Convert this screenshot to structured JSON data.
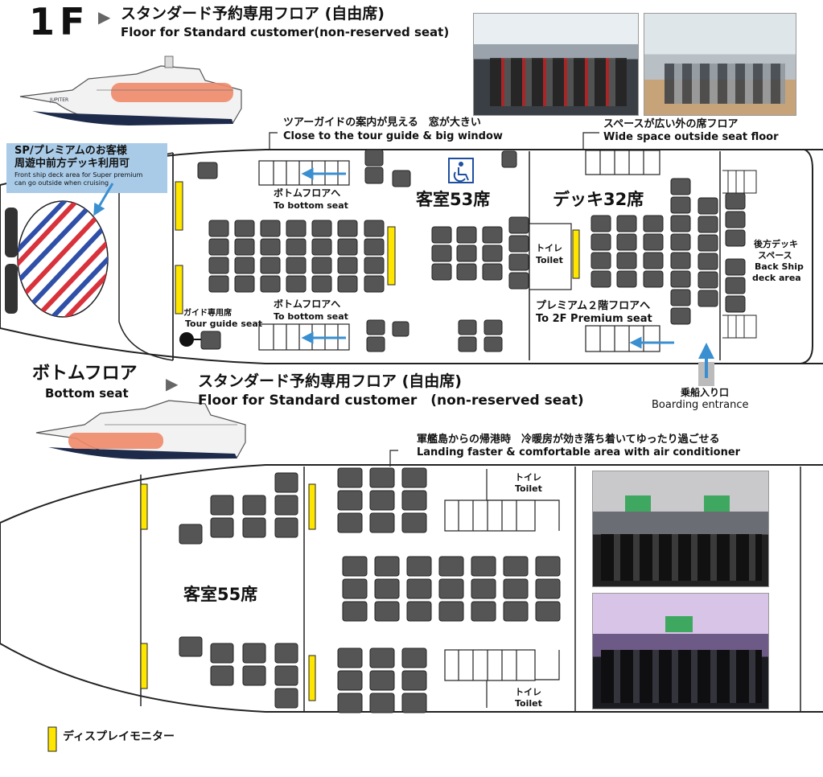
{
  "floor1": {
    "badge": "1F",
    "title_jp": "スタンダード予約専用フロア (自由席)",
    "title_en": "Floor for Standard customer(non-reserved seat)",
    "ship_name": "JUPITER",
    "premium_note": {
      "jp_line1": "SP/プレミアムのお客様",
      "jp_line2": "周遊中前方デッキ利用可",
      "en_line1": "Front ship deck area for Super premium",
      "en_line2": "can go outside when  cruising"
    },
    "tour_guide_callout": {
      "jp": "ツアーガイドの案内が見える　窓が大きい",
      "en": "Close to the tour guide & big window"
    },
    "outside_callout": {
      "jp": "スペースが広い外の席フロア",
      "en": "Wide space outside seat floor"
    },
    "to_bottom_1": {
      "jp": "ボトムフロアへ",
      "en": "To bottom seat"
    },
    "to_bottom_2": {
      "jp": "ボトムフロアへ",
      "en": "To bottom seat"
    },
    "cabin_label": "客室53席",
    "deck_label": "デッキ32席",
    "toilet": {
      "jp": "トイレ",
      "en": "Toilet"
    },
    "premium_2f": {
      "jp": "プレミアム２階フロアへ",
      "en": "To 2F Premium seat"
    },
    "guide_seat": {
      "jp": "ガイド専用席",
      "en": "Tour guide seat"
    },
    "back_deck": {
      "jp1": "後方デッキ",
      "jp2": "スペース",
      "en1": "Back Ship",
      "en2": "deck area"
    },
    "boarding": {
      "jp": "乗船入り口",
      "en": "Boarding entrance"
    }
  },
  "bottom": {
    "title_jp": "ボトムフロア",
    "title_en": "Bottom seat",
    "floor_jp": "スタンダード予約専用フロア (自由席)",
    "floor_en": "Floor for Standard customer　(non-reserved seat)",
    "callout": {
      "jp": "軍艦島からの帰港時　冷暖房が効き落ち着いてゆったり過ごせる",
      "en": "Landing faster & comfortable area with air conditioner"
    },
    "cabin_label": "客室55席",
    "toilet_top": {
      "jp": "トイレ",
      "en": "Toilet"
    },
    "toilet_bottom": {
      "jp": "トイレ",
      "en": "Toilet"
    }
  },
  "legend": {
    "display_monitor": "ディスプレイモニター"
  },
  "colors": {
    "seat": "#555555",
    "monitor": "#ffe600",
    "arrow": "#3a8fd0",
    "premium_box": "#a9cbe8",
    "hull_highlight": "#f08a6a",
    "accessible": "#1e4fa0",
    "stripe_red": "#d8323c",
    "stripe_blue": "#2f4fa8"
  }
}
